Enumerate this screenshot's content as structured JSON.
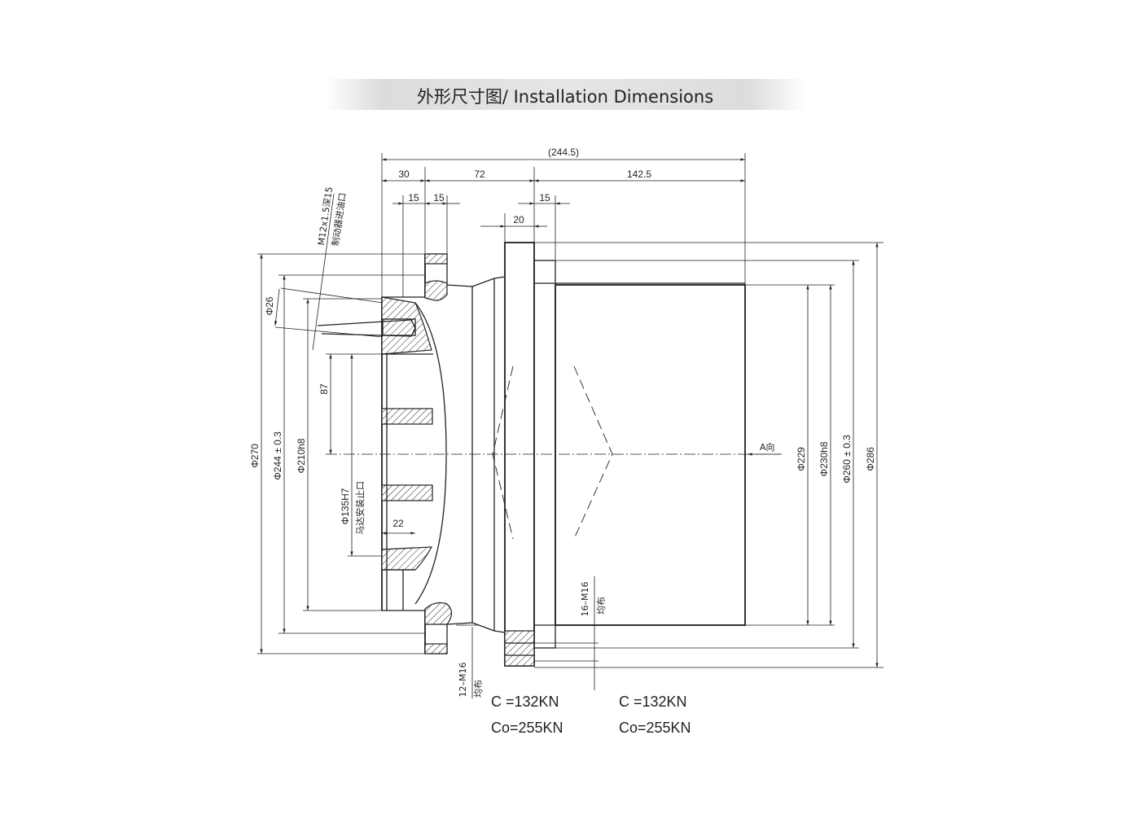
{
  "title": "外形尺寸图/ Installation Dimensions",
  "dimensions": {
    "total_length": "(244.5)",
    "d30": "30",
    "d72": "72",
    "d142_5": "142.5",
    "d15a": "15",
    "d15b": "15",
    "d15c": "15",
    "d20": "20",
    "d87": "87",
    "d22": "22",
    "phi26": "Φ26",
    "phi270": "Φ270",
    "phi244": "Φ244 ± 0.3",
    "phi210": "Φ210h8",
    "phi135": "Φ135H7",
    "phi229": "Φ229",
    "phi230": "Φ230h8",
    "phi260": "Φ260 ± 0.3",
    "phi286": "Φ286"
  },
  "notes": {
    "port_spec": "M12x1.5深15",
    "port_desc": "制动器进油口",
    "motor_spigot": "马达安装止口",
    "bolt_left": "12–M16",
    "bolt_left_sub": "均布",
    "bolt_right": "16–M16",
    "bolt_right_sub": "均布",
    "view_a": "A向"
  },
  "loads": [
    {
      "c": "C  =132KN",
      "co": "Co=255KN"
    },
    {
      "c": "C  =132KN",
      "co": "Co=255KN"
    }
  ]
}
